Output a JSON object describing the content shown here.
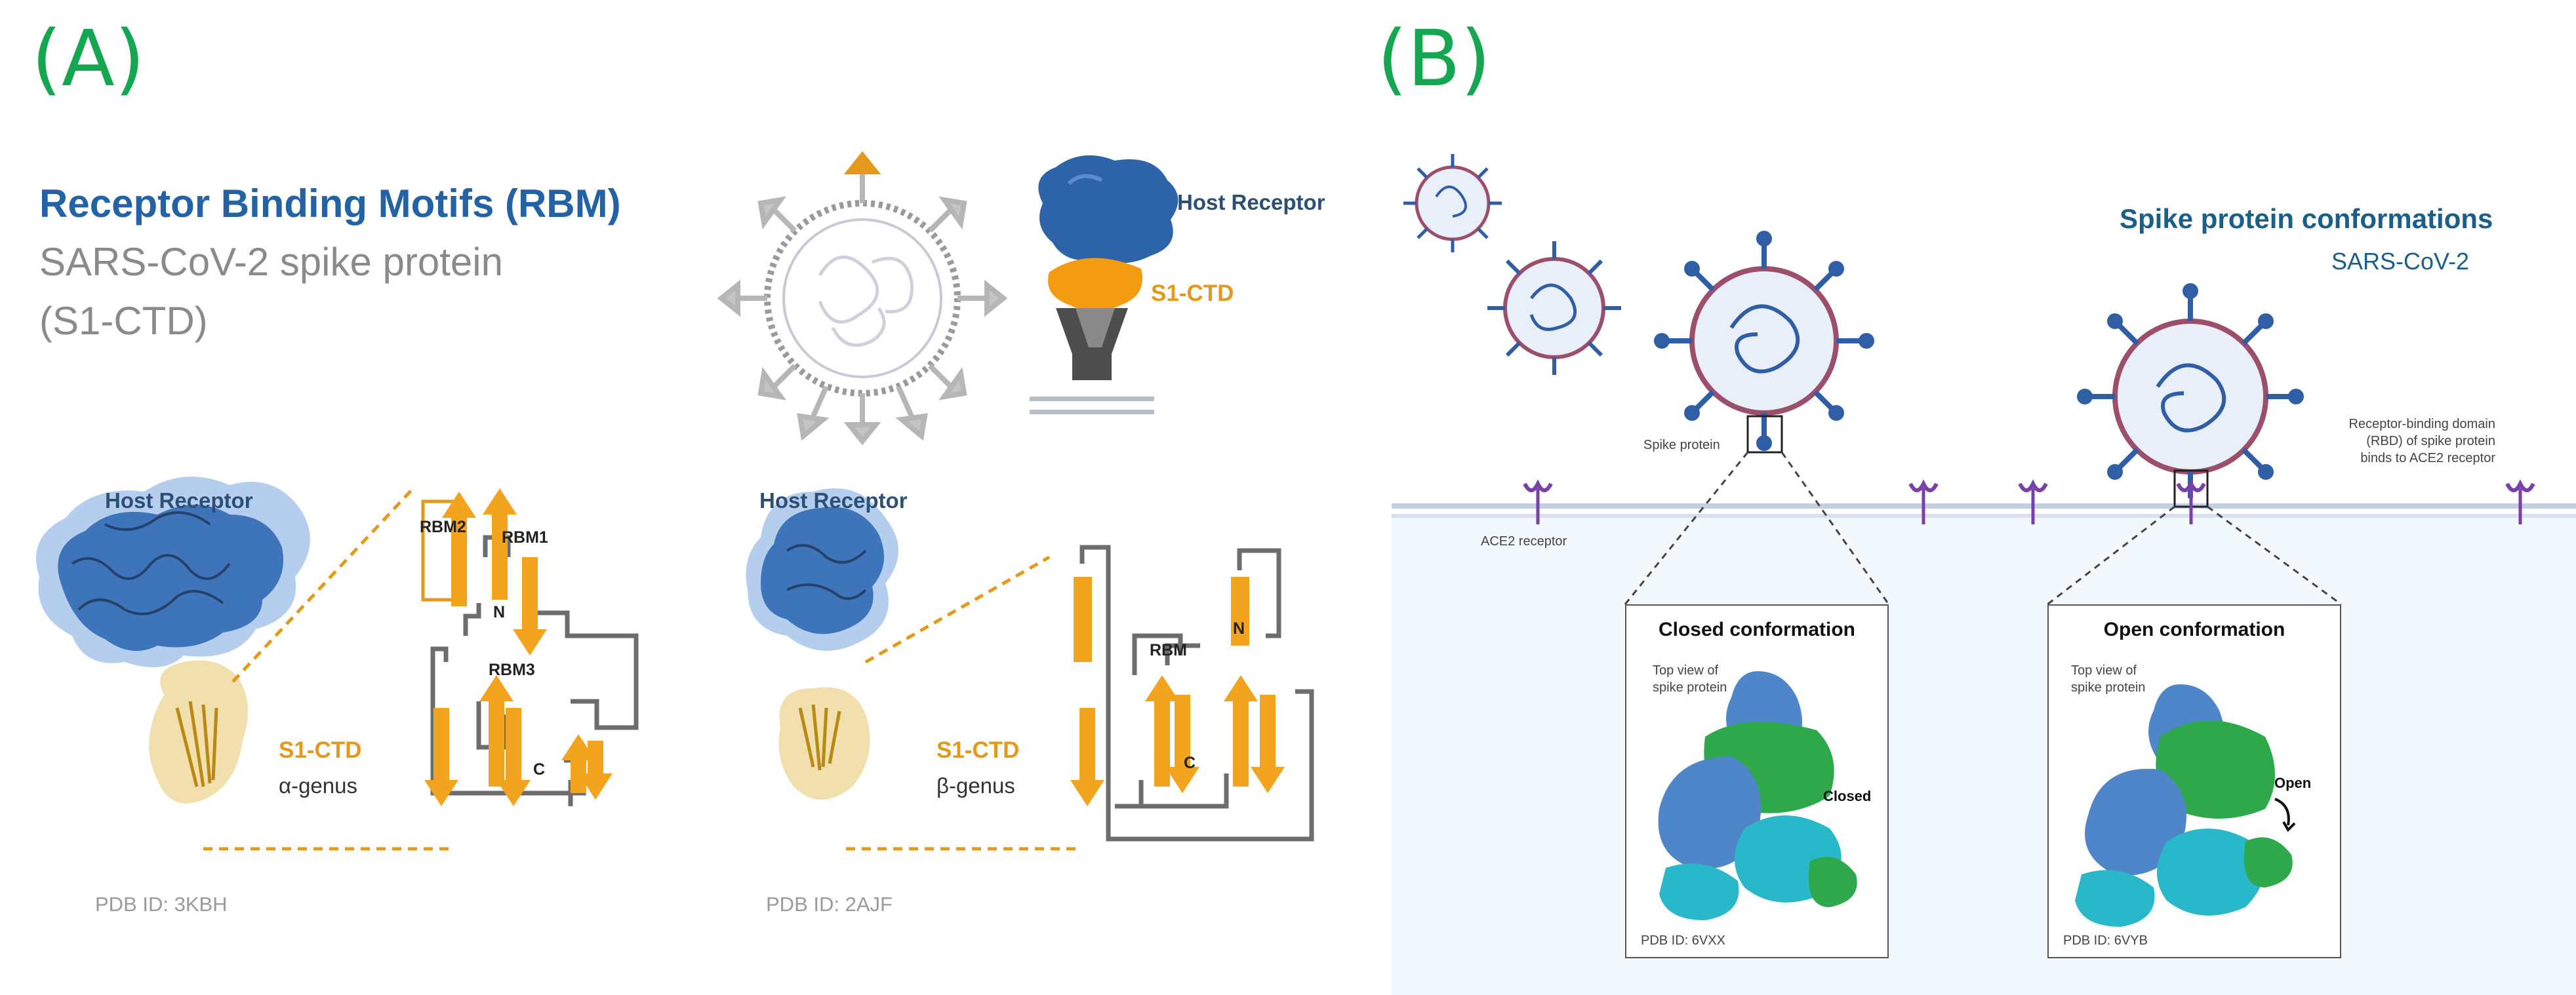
{
  "panel_a": {
    "letter": "(A)",
    "title": "Receptor Binding Motifs (RBM)",
    "subtitle_line1": "SARS-CoV-2 spike protein",
    "subtitle_line2": "(S1-CTD)",
    "top_host_receptor": "Host Receptor",
    "top_s1ctd": "S1-CTD",
    "left": {
      "host_receptor": "Host Receptor",
      "s1ctd": "S1-CTD",
      "genus": "α-genus",
      "pdb": "PDB ID: 3KBH",
      "rbm_labels": [
        "RBM2",
        "RBM1",
        "RBM3"
      ],
      "n_label": "N",
      "c_label": "C"
    },
    "right": {
      "host_receptor": "Host Receptor",
      "s1ctd": "S1-CTD",
      "genus": "β-genus",
      "pdb": "PDB ID: 2AJF",
      "rbm_label": "RBM",
      "n_label": "N",
      "c_label": "C"
    }
  },
  "panel_b": {
    "letter": "(B)",
    "title": "Spike protein conformations",
    "subtitle": "SARS-CoV-2",
    "spike_protein": "Spike protein",
    "ace2": "ACE2 receptor",
    "rbd_line1": "Receptor-binding domain",
    "rbd_line2": "(RBD) of spike protein",
    "rbd_line3": "binds to ACE2 receptor",
    "closed": {
      "title": "Closed conformation",
      "top_view_line1": "Top view of",
      "top_view_line2": "spike protein",
      "state": "Closed",
      "pdb": "PDB ID: 6VXX"
    },
    "open": {
      "title": "Open conformation",
      "top_view_line1": "Top view of",
      "top_view_line2": "spike protein",
      "state": "Open",
      "pdb": "PDB ID: 6VYB"
    }
  },
  "colors": {
    "panel_letter": "#14a651",
    "title_blue": "#2462a6",
    "subtitle_gray": "#8a8a8a",
    "orange": "#e39a1c",
    "protein_blue": "#4f86c9",
    "protein_green": "#2ea84a",
    "protein_cyan": "#29b8c9"
  }
}
